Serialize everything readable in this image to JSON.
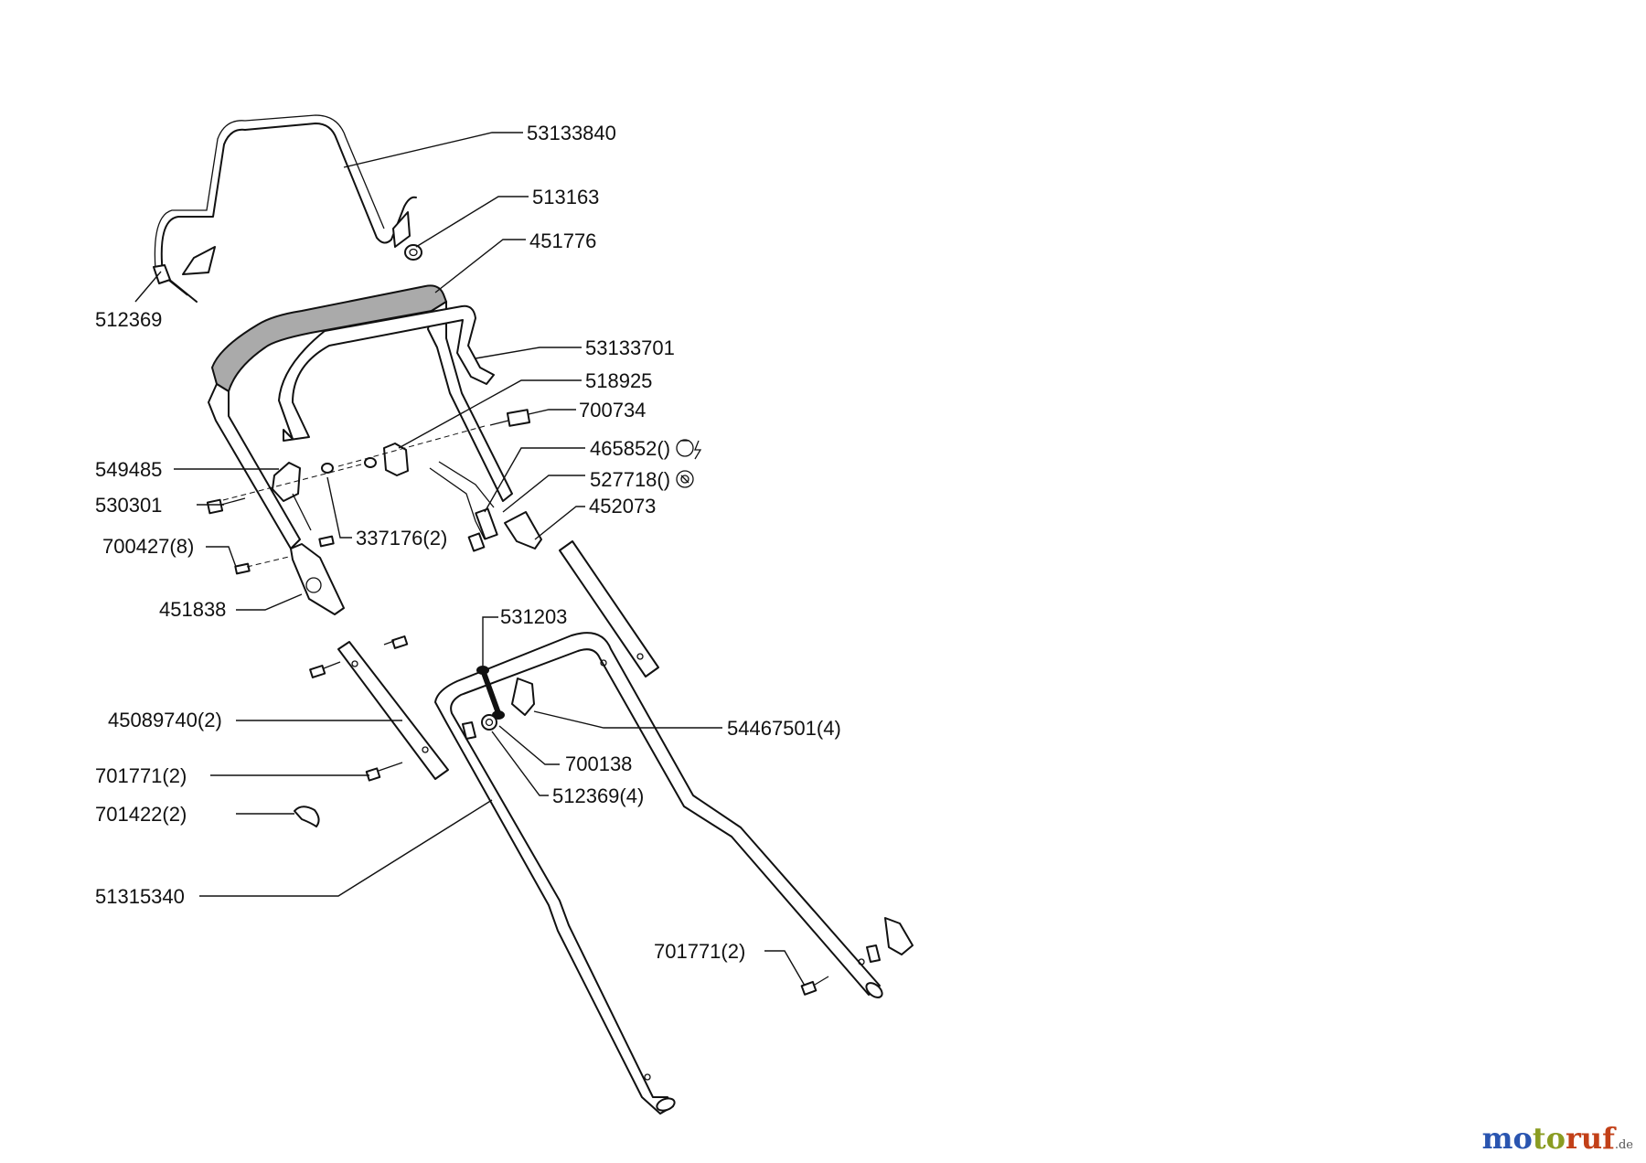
{
  "labels": {
    "p53133840": "53133840",
    "p513163": "513163",
    "p451776": "451776",
    "p512369": "512369",
    "p53133701": "53133701",
    "p518925": "518925",
    "p700734": "700734",
    "p549485": "549485",
    "p465852": "465852()",
    "p527718": "527718()",
    "p530301": "530301",
    "p452073": "452073",
    "p337176": "337176(2)",
    "p700427": "700427(8)",
    "p451838": "451838",
    "p531203": "531203",
    "p45089740": "45089740(2)",
    "p54467501": "54467501(4)",
    "p700138": "700138",
    "p701771a": "701771(2)",
    "p512369b": "512369(4)",
    "p701422": "701422(2)",
    "p51315340": "51315340",
    "p701771b": "701771(2)"
  },
  "icons": {
    "p465852": "bulb-lightning-icon",
    "p527718": "circled-cable-icon"
  },
  "watermark": {
    "part1": "mo",
    "part2": "to",
    "part3": "ruf",
    "suffix": ".de"
  }
}
